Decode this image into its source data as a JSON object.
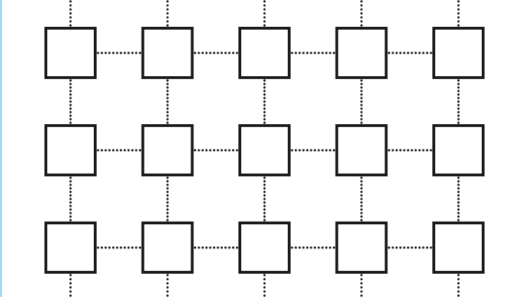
{
  "grid": {
    "rows": 3,
    "cols": 5,
    "node_shape": "square",
    "connector_style": "dotted",
    "connectors_extend_beyond_edges": "vertical"
  },
  "colors": {
    "background": "#ffffff",
    "stroke": "#1a1a1a",
    "dots": "#1a1a1a",
    "left_edge_accent": "#a8d8f0"
  }
}
